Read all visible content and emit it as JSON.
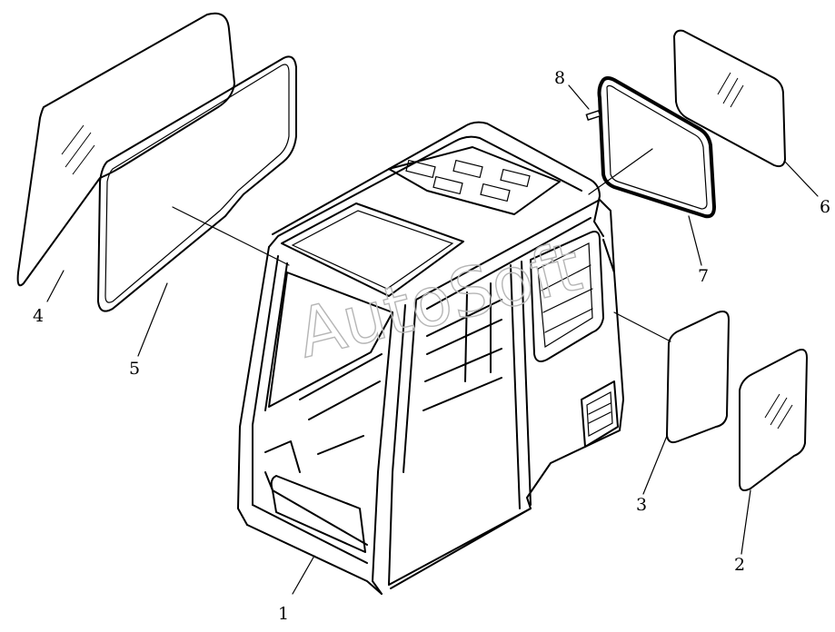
{
  "watermark": "AutoSoft",
  "callouts": [
    {
      "id": "callout-1",
      "label": "1"
    },
    {
      "id": "callout-2",
      "label": "2"
    },
    {
      "id": "callout-3",
      "label": "3"
    },
    {
      "id": "callout-4",
      "label": "4"
    },
    {
      "id": "callout-5",
      "label": "5"
    },
    {
      "id": "callout-6",
      "label": "6"
    },
    {
      "id": "callout-7",
      "label": "7"
    },
    {
      "id": "callout-8",
      "label": "8"
    }
  ],
  "colors": {
    "line": "#000000",
    "background": "#ffffff",
    "watermark": "#b5b5b5"
  }
}
